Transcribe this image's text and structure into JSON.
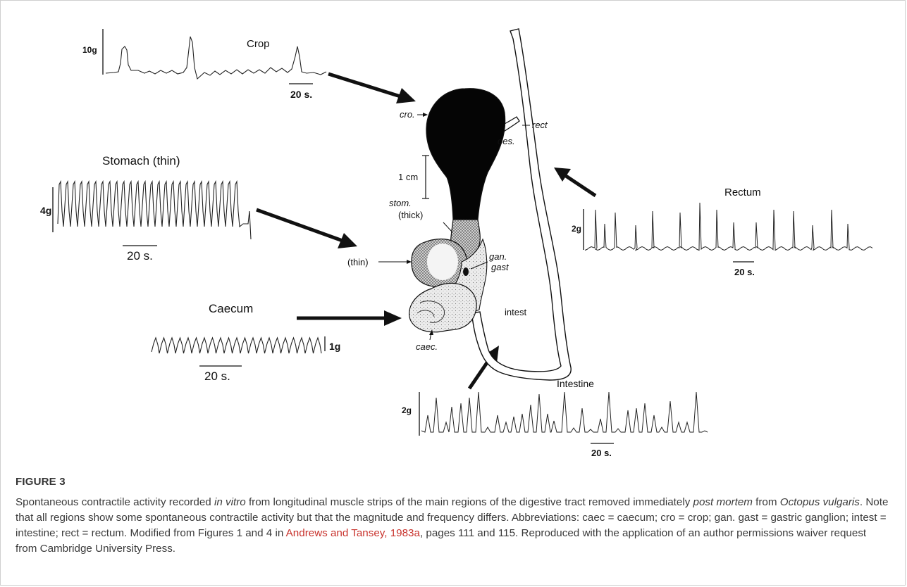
{
  "figure": {
    "label": "FIGURE 3",
    "caption": {
      "part1": "Spontaneous contractile activity recorded ",
      "in_vitro": "in vitro",
      "part2": " from longitudinal muscle strips of the main regions of the digestive tract removed immediately ",
      "post_mortem": "post mortem",
      "part3": " from ",
      "species": "Octopus vulgaris",
      "part4": ". Note that all regions show some spontaneous contractile activity but that the magnitude and frequency differs. Abbreviations: caec = caecum; cro = crop; gan. gast = gastric ganglion; intest = intestine; rect = rectum. Modified from Figures 1 and 4 in ",
      "link_text": "Andrews and Tansey, 1983a",
      "part5": ", pages 111 and 115. Reproduced with the application of an author permissions waiver request from Cambridge University Press."
    }
  },
  "traces": {
    "crop": {
      "title": "Crop",
      "scale": "10g",
      "time": "20 s."
    },
    "stomach": {
      "title": "Stomach (thin)",
      "scale": "4g",
      "time": "20 s."
    },
    "caecum": {
      "title": "Caecum",
      "scale": "1g",
      "time": "20 s."
    },
    "rectum": {
      "title": "Rectum",
      "scale": "2g",
      "time": "20 s."
    },
    "intestine": {
      "title": "Intestine",
      "scale": "2g",
      "time": "20 s."
    }
  },
  "anatomy": {
    "cro": "cro.",
    "oes": "oes.",
    "rect": "rect",
    "scale_bar": "1 cm",
    "stom": "stom.",
    "thick": "(thick)",
    "thin": "(thin)",
    "gan": "gan.",
    "gast": "gast",
    "intest": "intest",
    "caec": "caec."
  },
  "colors": {
    "link": "#c8322c",
    "ink": "#111111",
    "border": "#cfcfcf"
  }
}
